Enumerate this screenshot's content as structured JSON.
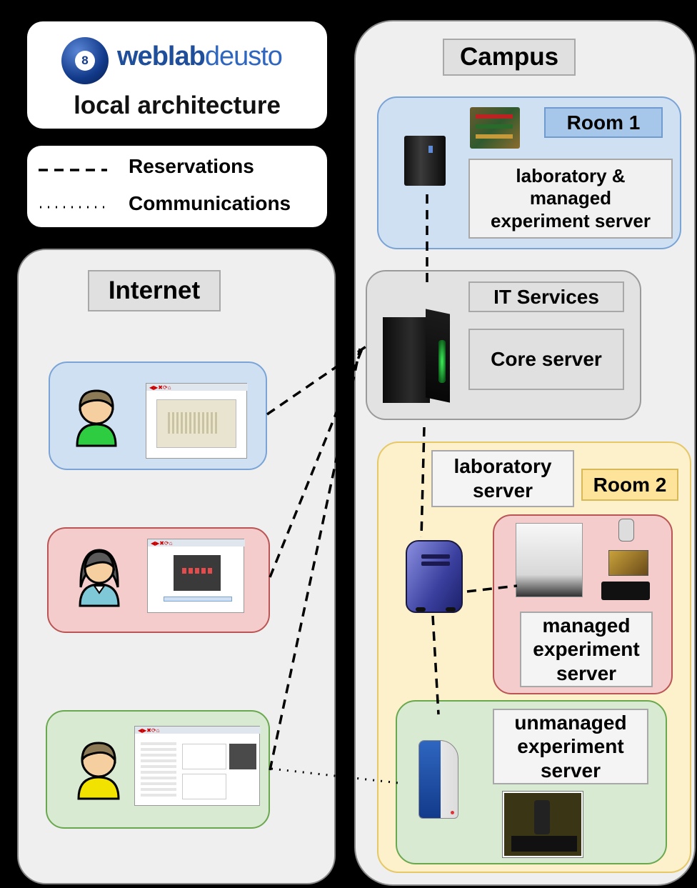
{
  "logo": {
    "ball_text": "8",
    "brand_bold": "weblab",
    "brand_light": "deusto",
    "subtitle": "local architecture"
  },
  "legend": {
    "reservations": "Reservations",
    "communications": "Communications"
  },
  "internet": {
    "title": "Internet"
  },
  "campus": {
    "title": "Campus",
    "room1": {
      "title": "Room 1",
      "server_label": "laboratory &\nmanaged\nexperiment server"
    },
    "it_services": {
      "title": "IT Services",
      "server_label": "Core server"
    },
    "room2": {
      "title": "Room 2",
      "lab_server_label": "laboratory\nserver",
      "managed_label": "managed\nexperiment\nserver",
      "unmanaged_label": "unmanaged\nexperiment\nserver"
    }
  },
  "colors": {
    "blue_box": "#cfe0f3",
    "blue_border": "#7aa3d6",
    "red_box": "#f4cccc",
    "red_border": "#b55",
    "green_box": "#d9ead3",
    "green_border": "#6aa84f",
    "yellow_box": "#fcf1cb",
    "yellow_border": "#e6c868",
    "room1_tag": "#a7c7ea",
    "room2_tag": "#fde49a"
  }
}
